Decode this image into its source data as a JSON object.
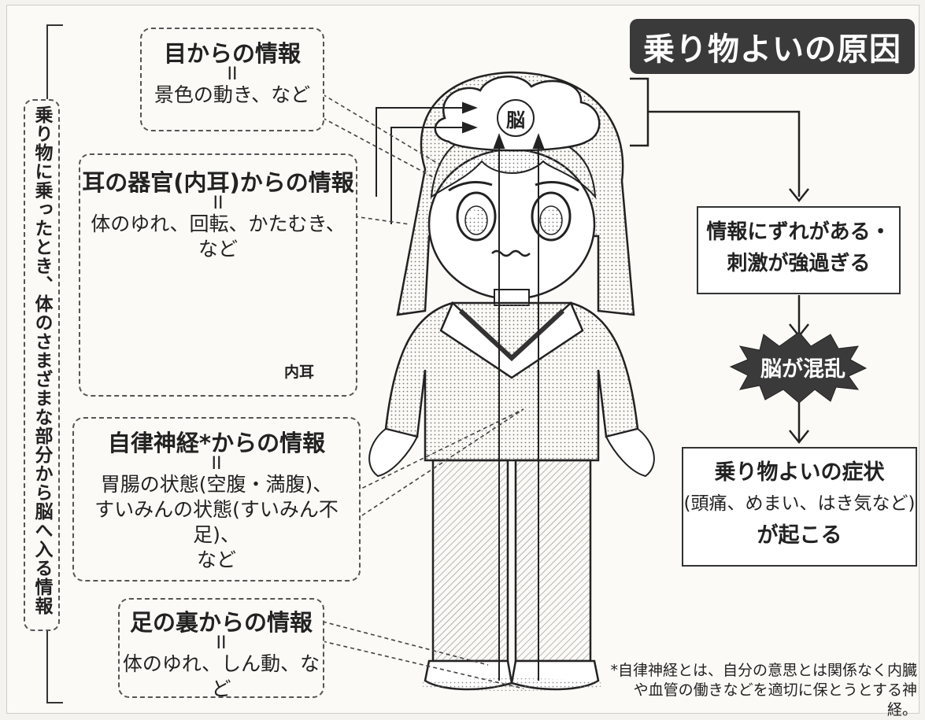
{
  "title": "乗り物よいの原因",
  "side_label": "乗り物に乗ったとき、体のさまざまな部分から脳へ入る情報",
  "equals": "II",
  "brain_label": "脳",
  "inner_ear_label": "内耳",
  "boxes": {
    "eyes": {
      "title": "目からの情報",
      "body": "景色の動き、など"
    },
    "ear": {
      "title": "耳の器官(内耳)からの情報",
      "body1": "体のゆれ、回転、かたむき、",
      "body2": "など"
    },
    "autonomic": {
      "title": "自律神経*からの情報",
      "body1": "胃腸の状態(空腹・満腹)、",
      "body2": "すいみんの状態(すいみん不足)、",
      "body3": "など"
    },
    "feet": {
      "title": "足の裏からの情報",
      "body": "体のゆれ、しん動、など"
    }
  },
  "flow": {
    "step1_line1": "情報にずれがある・",
    "step1_line2": "刺激が強過ぎる",
    "step2": "脳が混乱",
    "step3_title": "乗り物よいの症状",
    "step3_line2": "(頭痛、めまい、はき気など)",
    "step3_line3": "が起こる"
  },
  "footnote": {
    "line1": "*自律神経とは、自分の意思とは関係なく内臓",
    "line2": "や血管の働きなどを適切に保とうとする神経。"
  }
}
